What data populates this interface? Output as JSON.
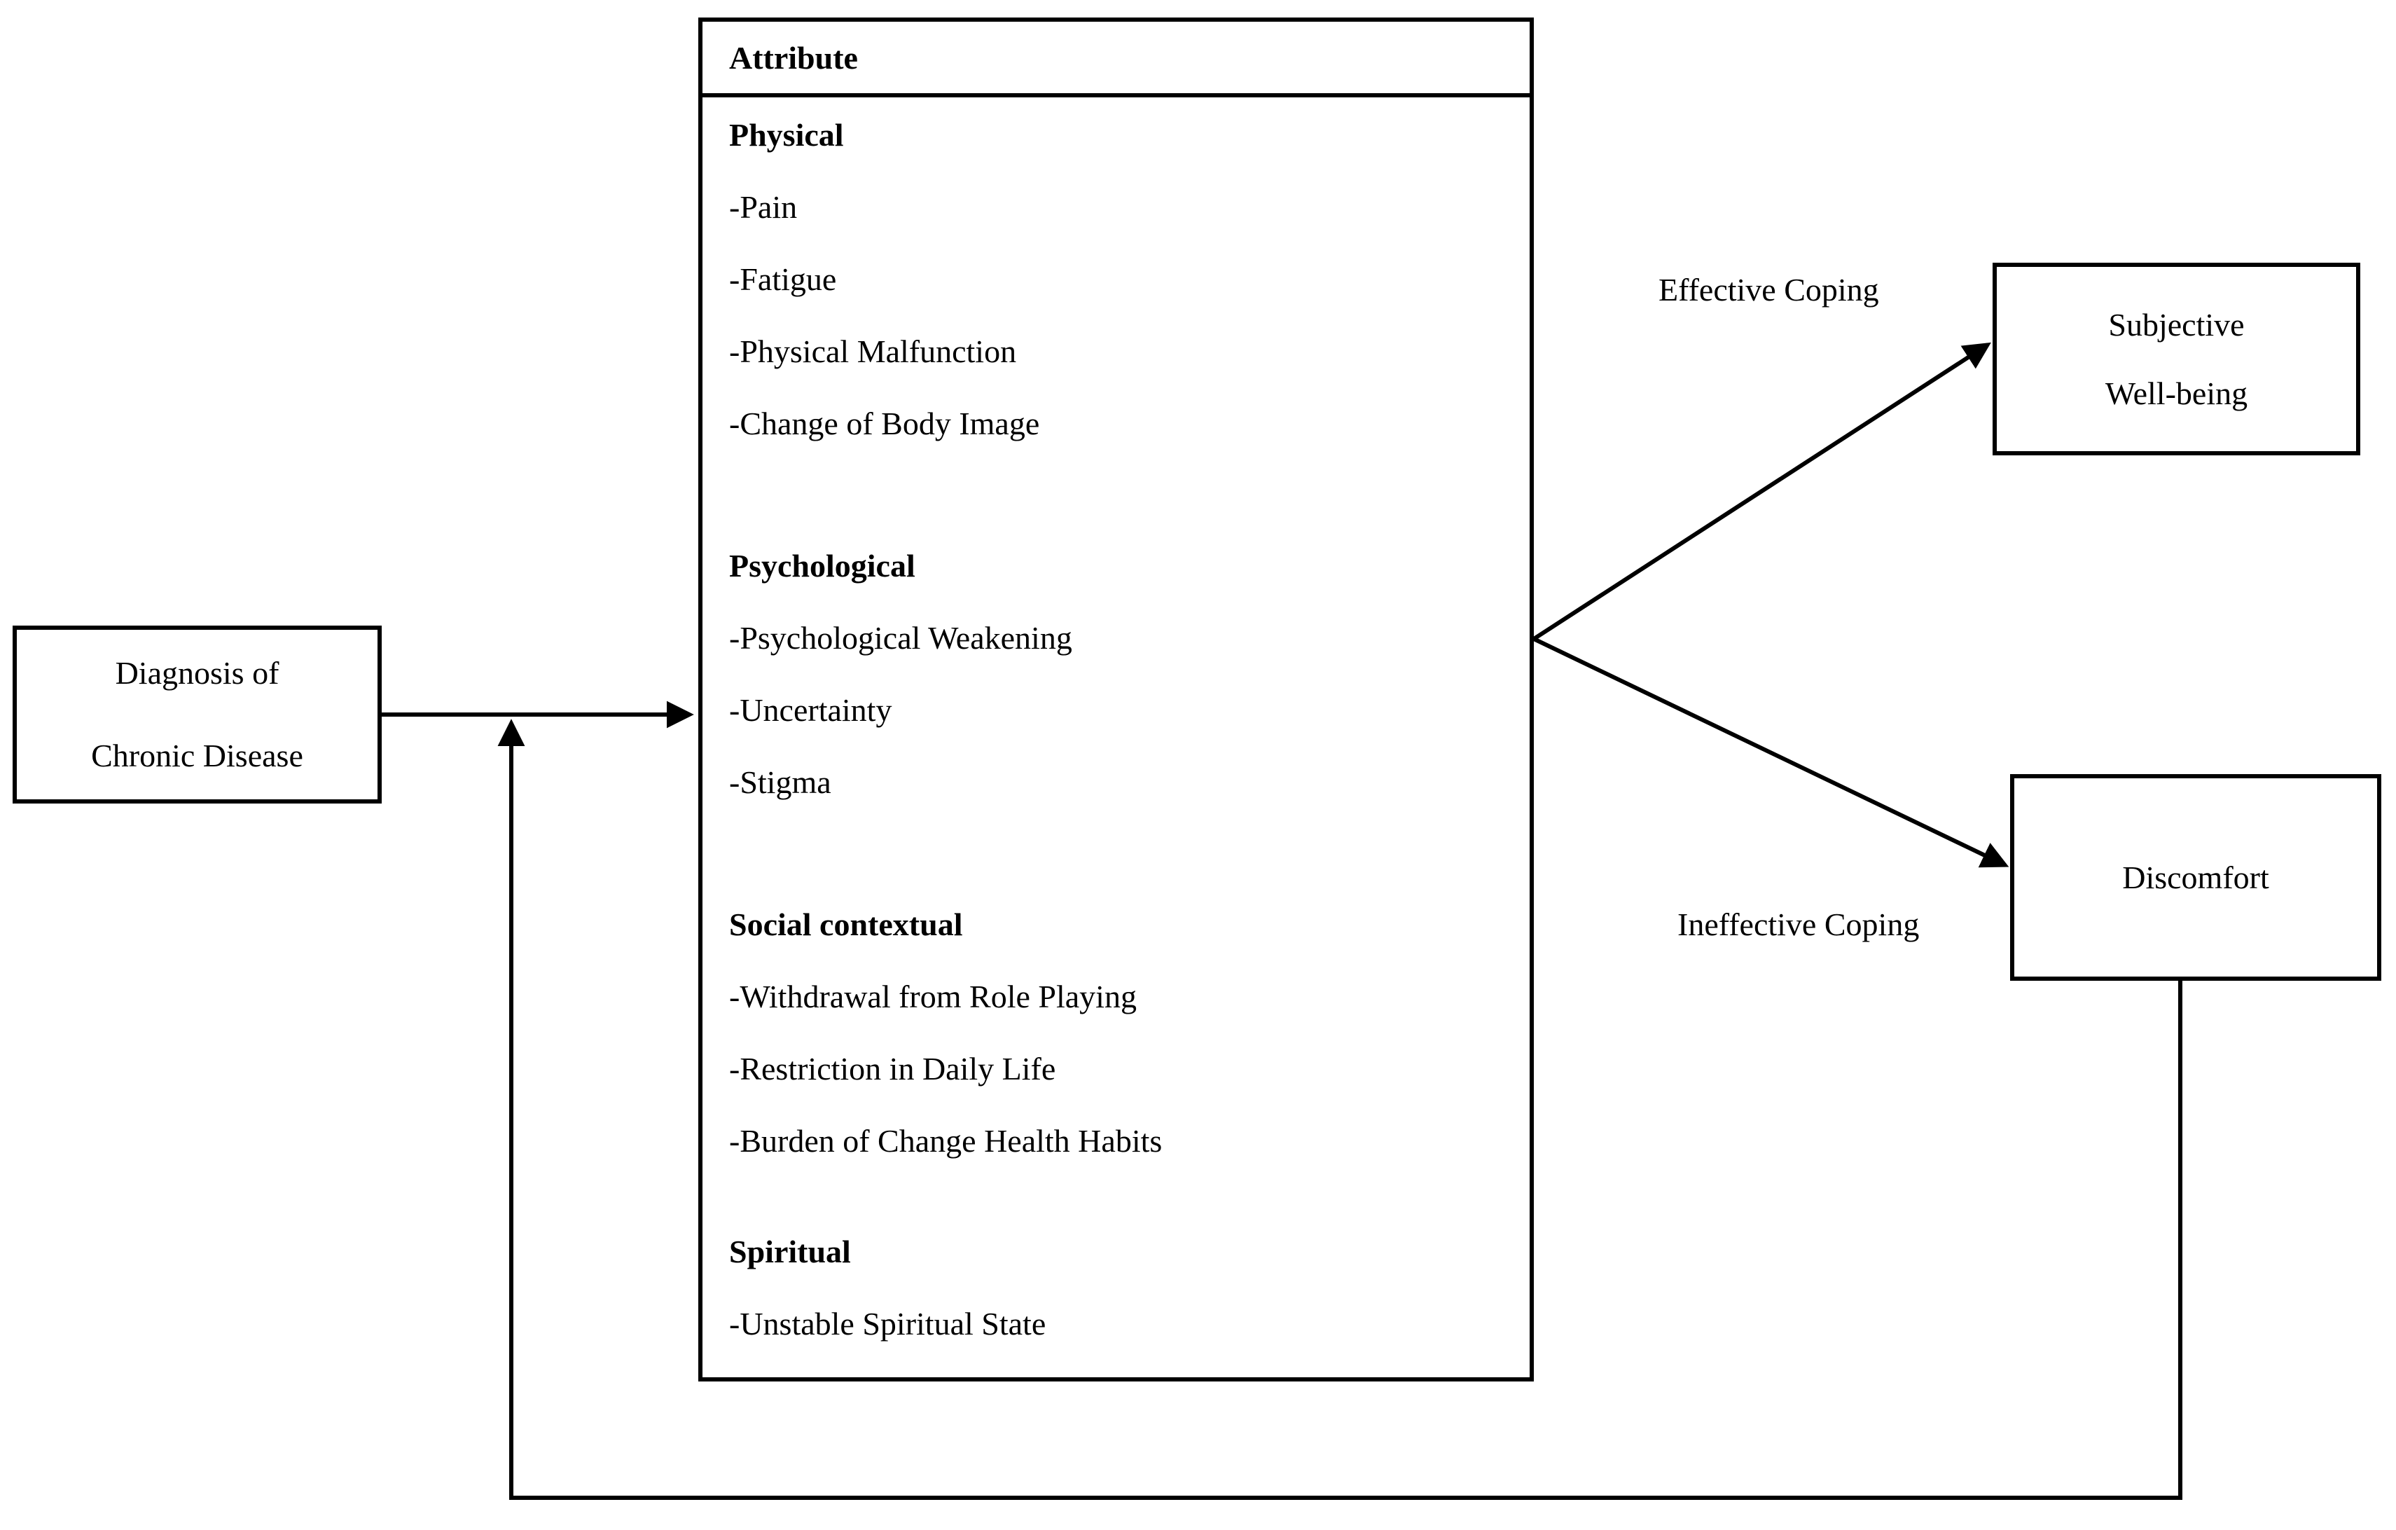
{
  "diagram": {
    "diagnosis_box": {
      "line1": "Diagnosis of",
      "line2": "Chronic Disease"
    },
    "attribute_box": {
      "header": "Attribute",
      "sections": [
        {
          "title": "Physical",
          "items": [
            "-Pain",
            "-Fatigue",
            "-Physical Malfunction",
            "-Change of Body Image"
          ]
        },
        {
          "title": "Psychological",
          "items": [
            "-Psychological Weakening",
            "-Uncertainty",
            "-Stigma"
          ]
        },
        {
          "title": "Social contextual",
          "items": [
            "-Withdrawal from Role Playing",
            "-Restriction in Daily Life",
            "-Burden of Change Health Habits"
          ]
        },
        {
          "title": "Spiritual",
          "items": [
            "-Unstable Spiritual State"
          ]
        }
      ]
    },
    "labels": {
      "effective": "Effective Coping",
      "ineffective": "Ineffective Coping"
    },
    "wellbeing_box": {
      "line1": "Subjective",
      "line2": "Well-being"
    },
    "discomfort_box": {
      "label": "Discomfort"
    },
    "colors": {
      "line": "#000000",
      "text": "#000000",
      "background": "#ffffff"
    }
  }
}
